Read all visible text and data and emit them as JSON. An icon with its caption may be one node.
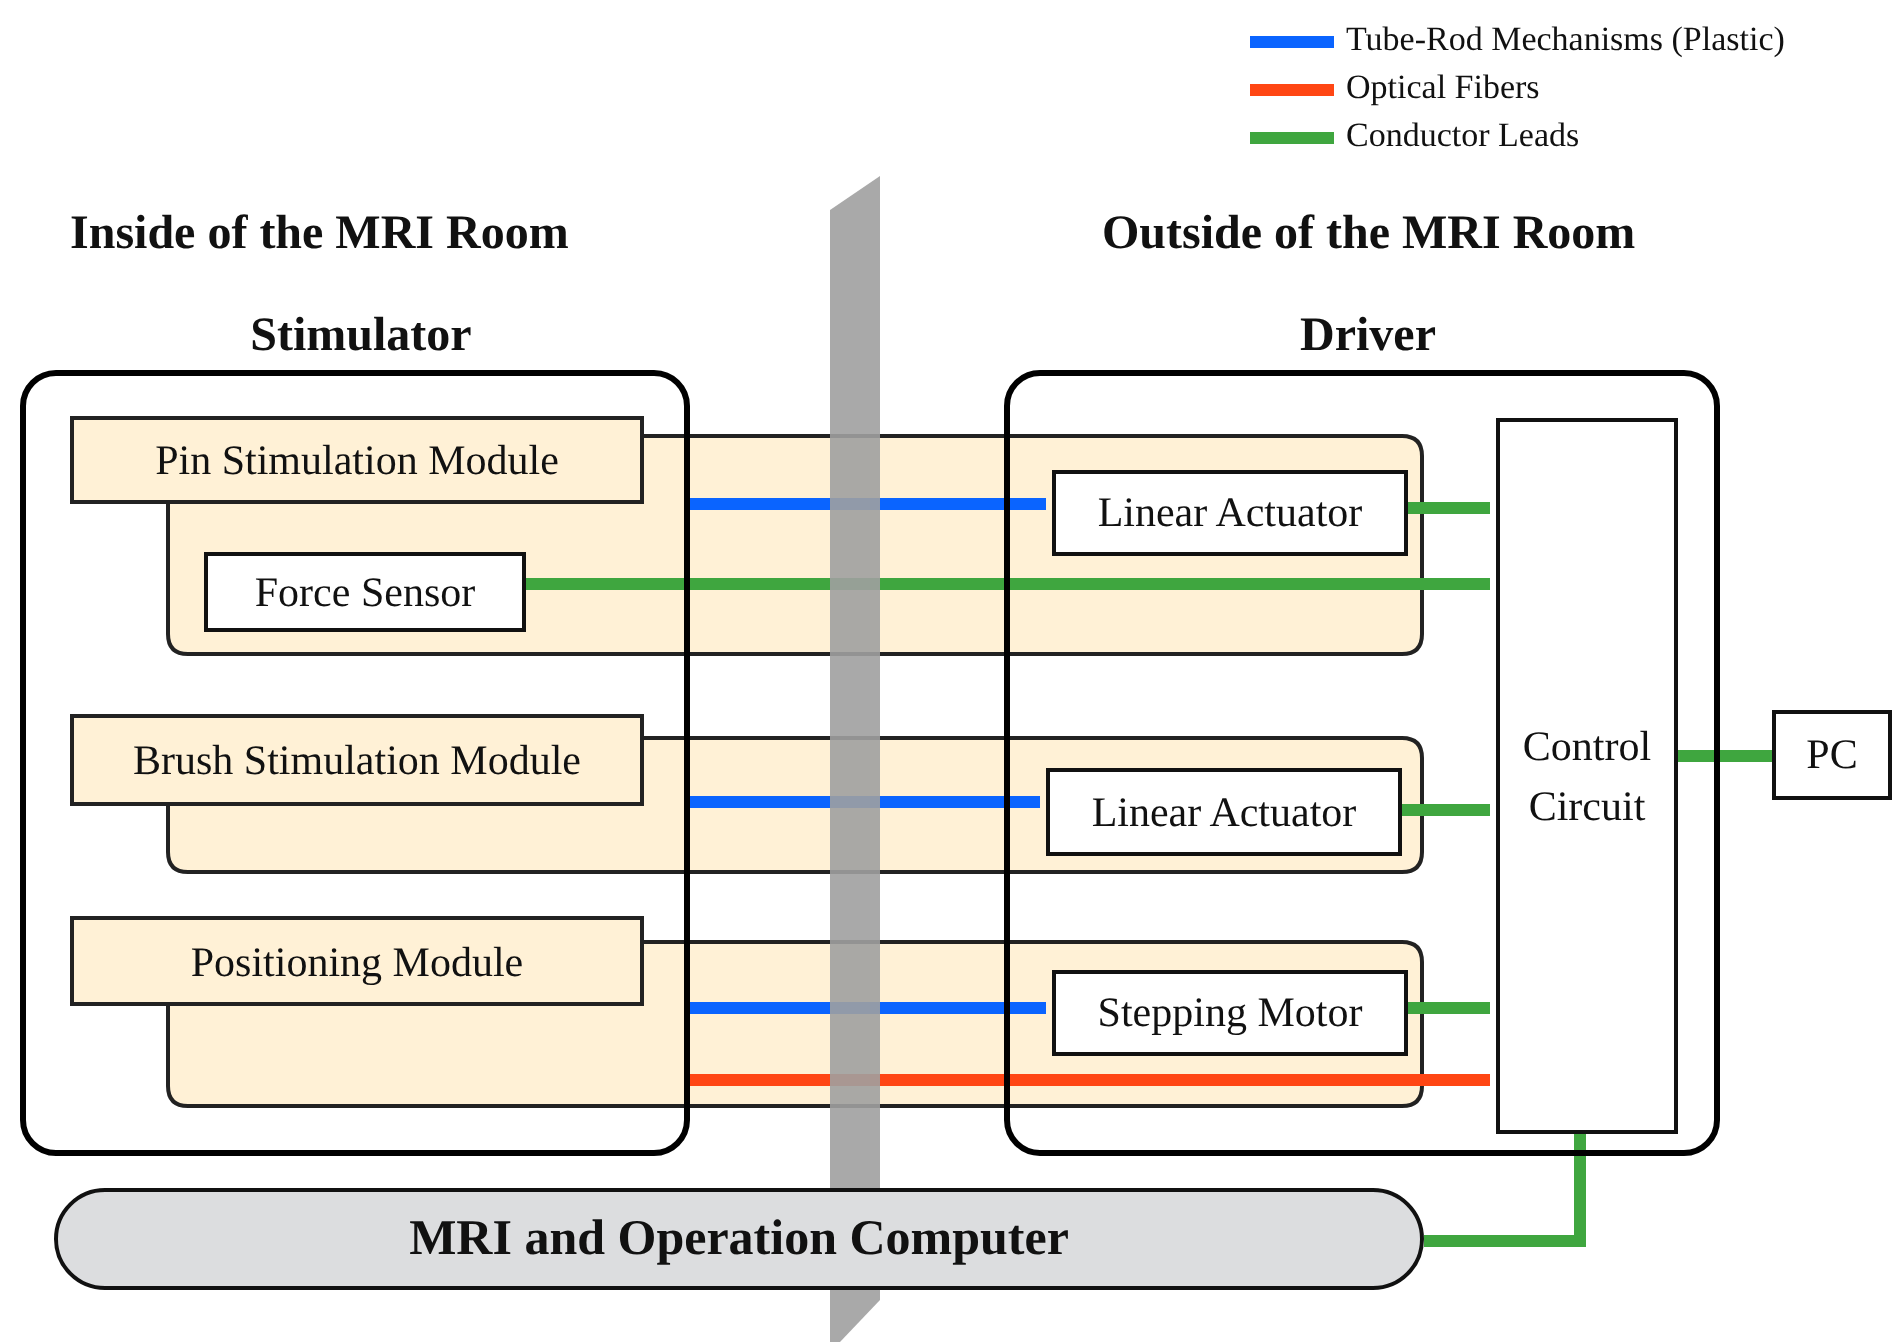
{
  "diagram": {
    "nodes": [
      {
        "text": [
          "Stimulator"
        ]
      },
      {
        "text": [
          "Driver"
        ]
      },
      {
        "text": [
          "Pin Stimulation Module"
        ],
        "in": 0
      },
      {
        "text": [
          "Force Sensor"
        ],
        "in": 0
      },
      {
        "text": [
          "Linear Actuator"
        ],
        "in": 1
      },
      {
        "text": [
          "Brush Stimulation Module"
        ],
        "in": 0
      },
      {
        "text": [
          "Linear Actuator"
        ],
        "in": 1
      },
      {
        "text": [
          "Positioning Module"
        ],
        "in": 0
      },
      {
        "text": [
          "Stepping Motor"
        ],
        "in": 1
      },
      {
        "text": [
          "Control Circuit"
        ],
        "in": 1
      },
      {
        "text": [
          "PC"
        ]
      },
      {
        "text": [
          "MRI and Operation Computer"
        ]
      }
    ],
    "edges": [
      {
        "from": 0,
        "to": 4,
        "arrow": "none",
        "color": "#0a64ff"
      },
      {
        "from": 4,
        "to": 9,
        "arrow": "none"
      },
      {
        "from": 3,
        "to": 9,
        "arrow": "none"
      },
      {
        "from": 0,
        "to": 6,
        "arrow": "none",
        "color": "#0a64ff"
      },
      {
        "from": 6,
        "to": 9,
        "arrow": "none"
      },
      {
        "from": 0,
        "to": 8,
        "arrow": "none",
        "color": "#0a64ff"
      },
      {
        "from": 8,
        "to": 9,
        "arrow": "none"
      },
      {
        "from": 0,
        "to": 9,
        "arrow": "none",
        "color": "#ff4614"
      },
      {
        "from": 9,
        "to": 10,
        "arrow": "none"
      },
      {
        "from": 9,
        "to": 11,
        "arrow": "none"
      }
    ],
    "labels": [
      "Inside of the MRI Room",
      "Outside of the MRI Room"
    ],
    "legend": [
      {
        "text": "Tube-Rod Mechanisms (Plastic)",
        "color": "#0a64ff"
      },
      {
        "text": "Optical Fibers",
        "color": "#ff4614"
      },
      {
        "text": "Conductor Leads",
        "color": "#3fa63f"
      }
    ]
  }
}
